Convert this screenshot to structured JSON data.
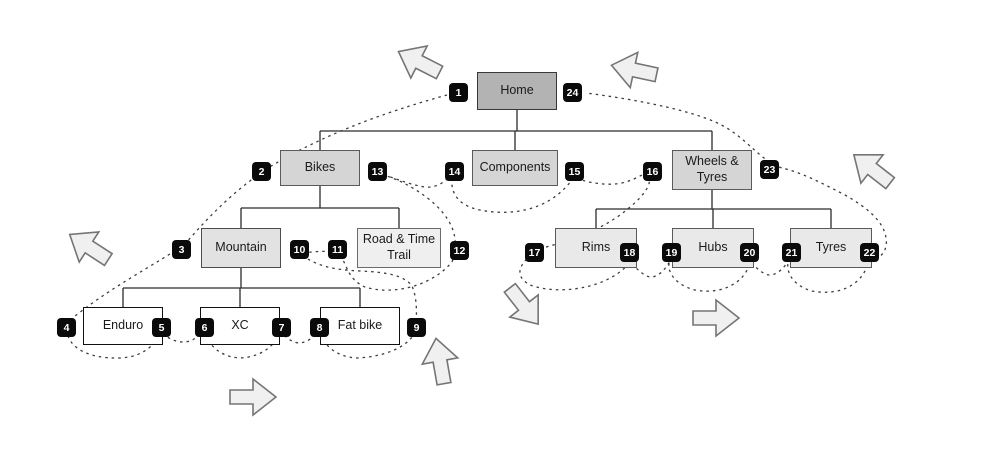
{
  "diagram": {
    "kind": "site-tree-traversal-diagram",
    "nodes": [
      {
        "id": "home",
        "label": "Home",
        "level": 0,
        "enter_badge": "1",
        "exit_badge": "24"
      },
      {
        "id": "bikes",
        "label": "Bikes",
        "level": 1,
        "enter_badge": "2",
        "exit_badge": "13"
      },
      {
        "id": "components",
        "label": "Components",
        "level": 1,
        "enter_badge": "14",
        "exit_badge": "15"
      },
      {
        "id": "wheels-tyres",
        "label": "Wheels & Tyres",
        "level": 1,
        "enter_badge": "16",
        "exit_badge": "23"
      },
      {
        "id": "mountain",
        "label": "Mountain",
        "level": 2,
        "enter_badge": "3",
        "exit_badge": "10"
      },
      {
        "id": "road-time-trail",
        "label": "Road & Time Trail",
        "level": 2,
        "enter_badge": "11",
        "exit_badge": "12"
      },
      {
        "id": "enduro",
        "label": "Enduro",
        "level": 3,
        "enter_badge": "4",
        "exit_badge": "5"
      },
      {
        "id": "xc",
        "label": "XC",
        "level": 3,
        "enter_badge": "6",
        "exit_badge": "7"
      },
      {
        "id": "fat-bike",
        "label": "Fat bike",
        "level": 3,
        "enter_badge": "8",
        "exit_badge": "9"
      },
      {
        "id": "rims",
        "label": "Rims",
        "level": 2,
        "enter_badge": "17",
        "exit_badge": "18"
      },
      {
        "id": "hubs",
        "label": "Hubs",
        "level": 2,
        "enter_badge": "19",
        "exit_badge": "20"
      },
      {
        "id": "tyres",
        "label": "Tyres",
        "level": 2,
        "enter_badge": "21",
        "exit_badge": "22"
      }
    ],
    "badges": [
      "1",
      "2",
      "3",
      "4",
      "5",
      "6",
      "7",
      "8",
      "9",
      "10",
      "11",
      "12",
      "13",
      "14",
      "15",
      "16",
      "17",
      "18",
      "19",
      "20",
      "21",
      "22",
      "23",
      "24"
    ],
    "colors": {
      "node_home_fill": "#b3b3b3",
      "node_level1_fill": "#d5d5d5",
      "node_mountain_fill": "#e2e2e2",
      "node_light_fill": "#efefef",
      "node_wheel_child_fill": "#e9e9e9",
      "node_leaf_fill": "#ffffff",
      "badge_background": "#0a0a0a",
      "badge_text": "#ffffff",
      "connector_line": "#2b2b2b",
      "traversal_dash": "#3d3d3d",
      "arrow_fill": "#f0f0f0",
      "arrow_stroke": "#757575"
    }
  }
}
